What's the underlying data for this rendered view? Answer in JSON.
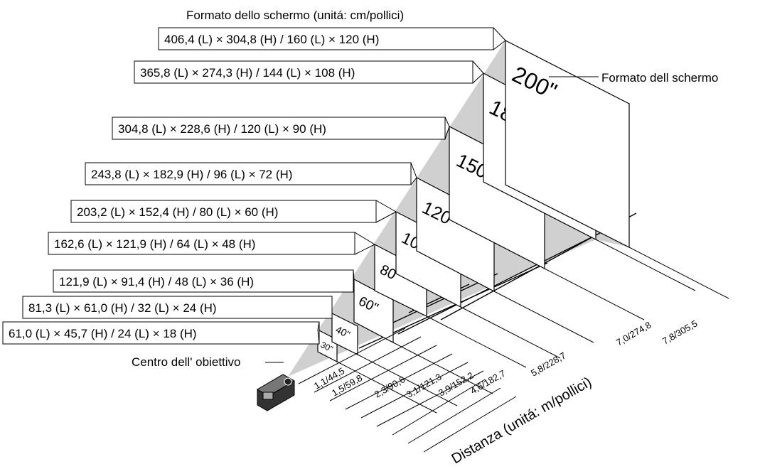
{
  "header": {
    "title": "Formato dello schermo (unitá: cm/pollici)"
  },
  "screen_format_label": "Formato dell schermo",
  "lens_center_label": "Centro dell' obiettivo",
  "distance_axis_label": "Distanza (unitá: m/pollici)",
  "screens": [
    {
      "size": "30\"",
      "dimensions": "61,0 (L) × 45,7 (H) / 24 (L) × 18 (H)",
      "distance": "1,1/44,5"
    },
    {
      "size": "40\"",
      "dimensions": "81,3 (L) × 61,0 (H) / 32 (L) × 24 (H)",
      "distance": "1,5/59,8"
    },
    {
      "size": "60\"",
      "dimensions": "121,9 (L) × 91,4 (H) / 48 (L) × 36 (H)",
      "distance": "2,3/90,6"
    },
    {
      "size": "80\"",
      "dimensions": "162,6 (L) × 121,9 (H) / 64 (L) × 48 (H)",
      "distance": "3,1/121,3"
    },
    {
      "size": "100\"",
      "dimensions": "203,2 (L) × 152,4 (H) / 80 (L) × 60 (H)",
      "distance": "3,9/152,2"
    },
    {
      "size": "120\"",
      "dimensions": "243,8 (L) × 182,9 (H) / 96 (L) × 72 (H)",
      "distance": "4,6/182,7"
    },
    {
      "size": "150\"",
      "dimensions": "304,8 (L) × 228,6 (H) / 120 (L) × 90 (H)",
      "distance": "5,8/228,7"
    },
    {
      "size": "180\"",
      "dimensions": "365,8 (L) × 274,3 (H) / 144 (L) × 108 (H)",
      "distance": "7,0/274,8"
    },
    {
      "size": "200\"",
      "dimensions": "406,4 (L) × 304,8 (H) / 160 (L) × 120 (H)",
      "distance": "7,8/305,5"
    }
  ]
}
